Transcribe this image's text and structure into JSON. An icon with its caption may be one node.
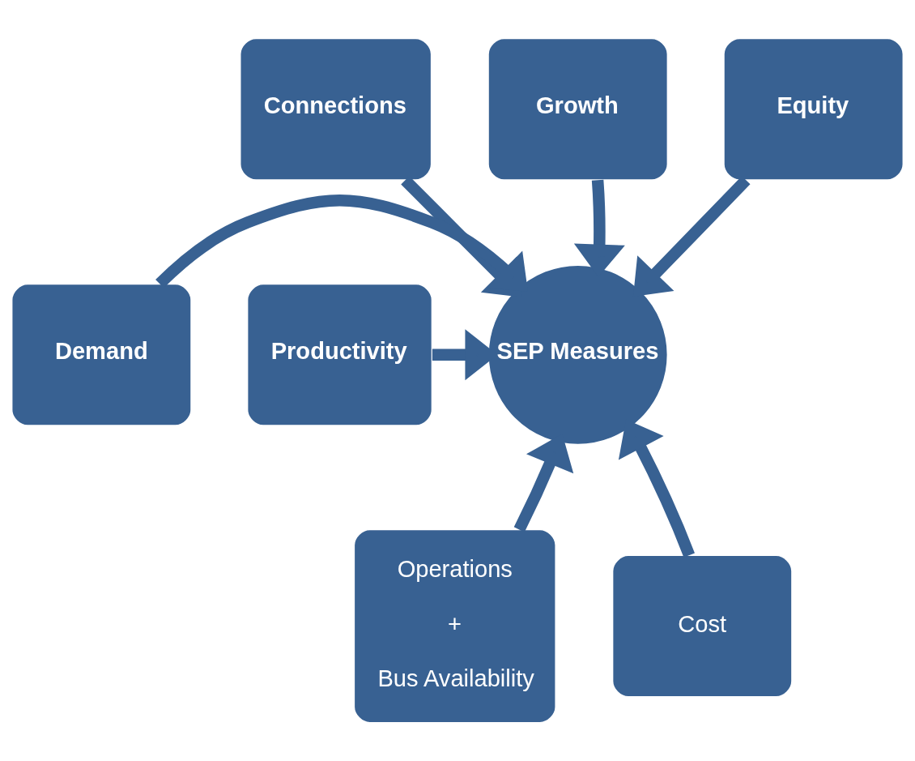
{
  "diagram": {
    "nodes": [
      {
        "text": [
          "Connections"
        ]
      },
      {
        "text": [
          "Growth"
        ]
      },
      {
        "text": [
          "Equity"
        ]
      },
      {
        "text": [
          "Demand"
        ]
      },
      {
        "text": [
          "Productivity"
        ]
      },
      {
        "text": [
          "SEP Measures"
        ]
      },
      {
        "text": [
          "Operations",
          "+",
          "Bus Availability"
        ]
      },
      {
        "text": [
          "Cost"
        ]
      }
    ],
    "edges": [
      {
        "from": 0,
        "to": 5,
        "arrow": "to"
      },
      {
        "from": 1,
        "to": 5,
        "arrow": "to"
      },
      {
        "from": 2,
        "to": 5,
        "arrow": "to"
      },
      {
        "from": 3,
        "to": 5,
        "arrow": "to"
      },
      {
        "from": 4,
        "to": 5,
        "arrow": "to"
      },
      {
        "from": 6,
        "to": 5,
        "arrow": "to"
      },
      {
        "from": 7,
        "to": 5,
        "arrow": "to"
      }
    ]
  }
}
